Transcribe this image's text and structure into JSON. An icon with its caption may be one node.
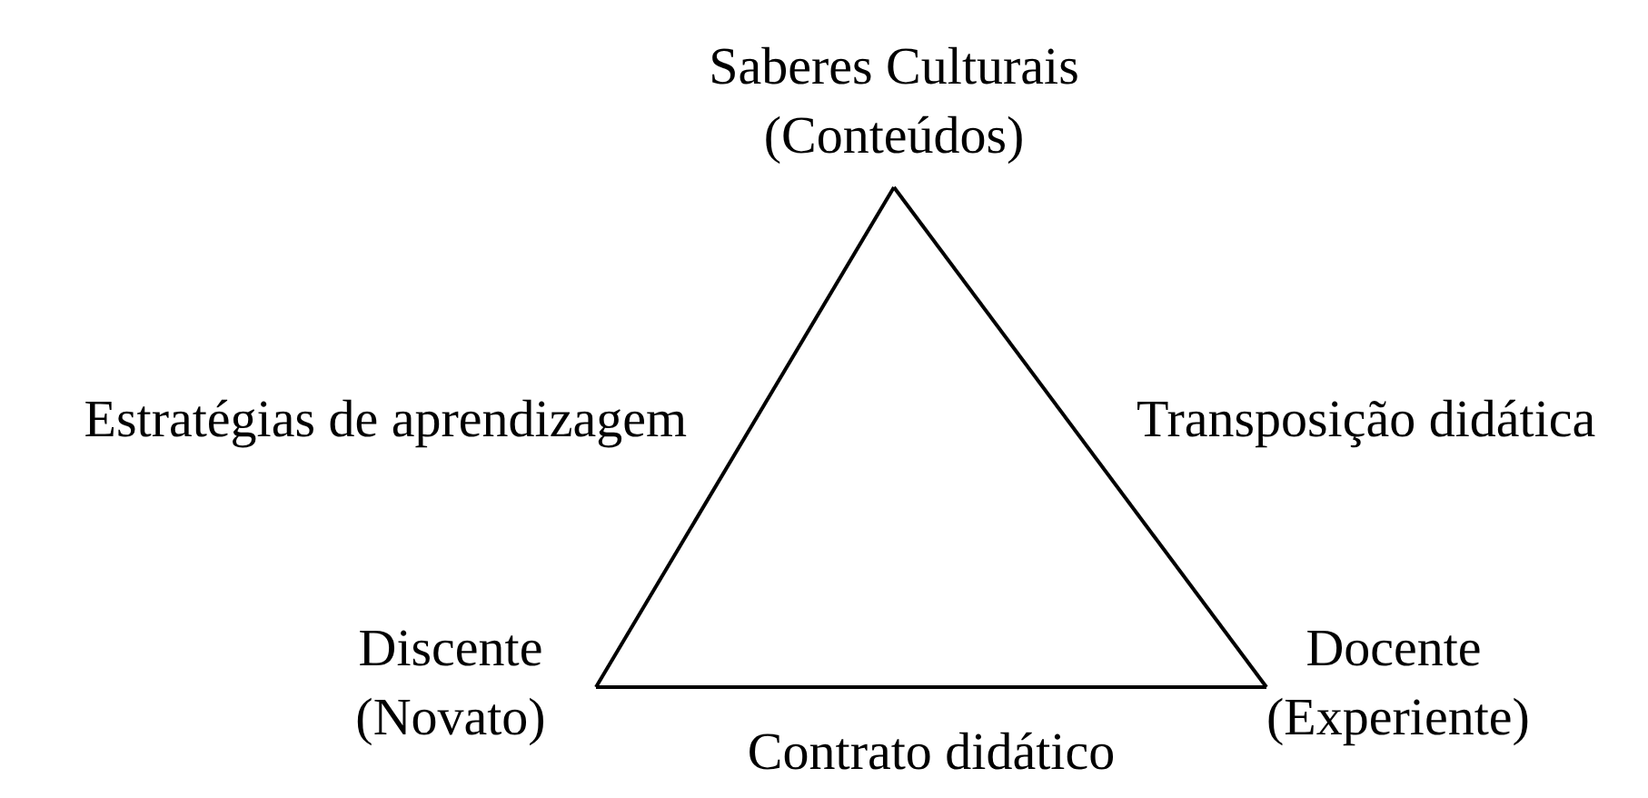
{
  "diagram": {
    "nodes": [
      {
        "text": [
          "Saberes Culturais (Conteúdos)"
        ]
      },
      {
        "text": [
          "Discente (Novato)"
        ]
      },
      {
        "text": [
          "Docente (Experiente)"
        ]
      }
    ],
    "edges": [
      {
        "from": 0,
        "to": 1,
        "arrow": "none",
        "label": "Estratégias de aprendizagem"
      },
      {
        "from": 0,
        "to": 2,
        "arrow": "none",
        "label": "Transposição didática"
      },
      {
        "from": 1,
        "to": 2,
        "arrow": "none",
        "label": "Contrato didático"
      }
    ]
  }
}
